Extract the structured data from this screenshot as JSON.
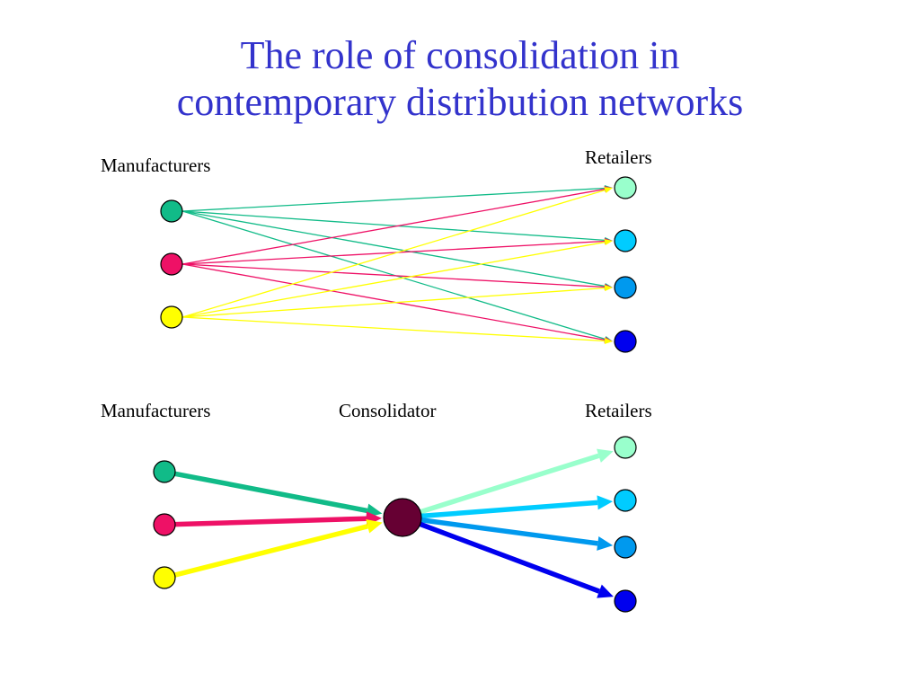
{
  "title": {
    "line1": "The role of consolidation in",
    "line2": "contemporary distribution networks"
  },
  "top_diagram": {
    "manufacturers_label": "Manufacturers",
    "retailers_label": "Retailers",
    "manufacturers": [
      {
        "id": "m1",
        "color": "#11bb88"
      },
      {
        "id": "m2",
        "color": "#ee1166"
      },
      {
        "id": "m3",
        "color": "#ffff00"
      }
    ],
    "retailers": [
      {
        "id": "r1",
        "color": "#99ffcc"
      },
      {
        "id": "r2",
        "color": "#00ccff"
      },
      {
        "id": "r3",
        "color": "#0099ee"
      },
      {
        "id": "r4",
        "color": "#0000ee"
      }
    ],
    "connections": "every manufacturer to every retailer"
  },
  "bottom_diagram": {
    "manufacturers_label": "Manufacturers",
    "consolidator_label": "Consolidator",
    "retailers_label": "Retailers",
    "consolidator_color": "#660033",
    "manufacturers": [
      {
        "id": "m1",
        "color": "#11bb88"
      },
      {
        "id": "m2",
        "color": "#ee1166"
      },
      {
        "id": "m3",
        "color": "#ffff00"
      }
    ],
    "retailers": [
      {
        "id": "r1",
        "color": "#99ffcc"
      },
      {
        "id": "r2",
        "color": "#00ccff"
      },
      {
        "id": "r3",
        "color": "#0099ee"
      },
      {
        "id": "r4",
        "color": "#0000ee"
      }
    ]
  }
}
